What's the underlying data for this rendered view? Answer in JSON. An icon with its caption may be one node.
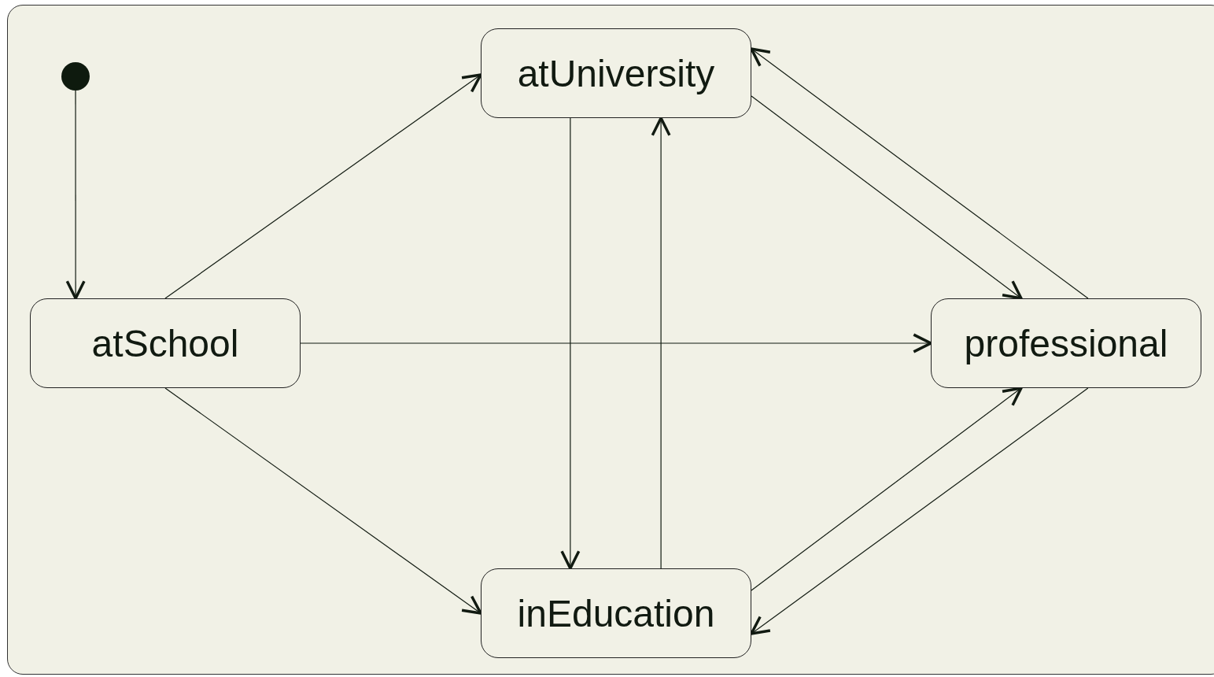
{
  "diagram": {
    "nodes": [
      {
        "text": [],
        "shape": "circle"
      },
      {
        "text": [
          "atUniversity"
        ]
      },
      {
        "text": [
          "atSchool"
        ]
      },
      {
        "text": [
          "professional"
        ]
      },
      {
        "text": [
          "inEducation"
        ]
      }
    ],
    "edges": [
      {
        "from": 0,
        "to": 2,
        "arrow": "to"
      },
      {
        "from": 2,
        "to": 1,
        "arrow": "to"
      },
      {
        "from": 2,
        "to": 3,
        "arrow": "to"
      },
      {
        "from": 2,
        "to": 4,
        "arrow": "to"
      },
      {
        "from": 1,
        "to": 4,
        "arrow": "to"
      },
      {
        "from": 4,
        "to": 1,
        "arrow": "to"
      },
      {
        "from": 1,
        "to": 3,
        "arrow": "to"
      },
      {
        "from": 3,
        "to": 1,
        "arrow": "to"
      },
      {
        "from": 4,
        "to": 3,
        "arrow": "to"
      },
      {
        "from": 3,
        "to": 4,
        "arrow": "to"
      }
    ]
  }
}
